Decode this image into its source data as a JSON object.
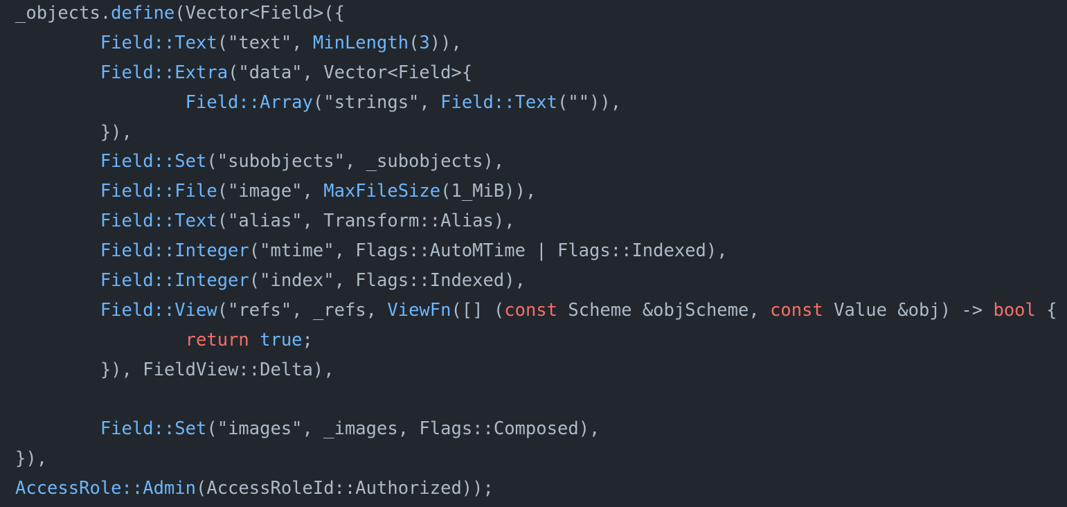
{
  "colors": {
    "background": "#22272e",
    "plain": "#adbac7",
    "function": "#6cb6ff",
    "keyword": "#f47067"
  },
  "code": {
    "lines": [
      {
        "indent": "",
        "segments": [
          {
            "t": "plain",
            "v": "_objects."
          },
          {
            "t": "fn",
            "v": "define"
          },
          {
            "t": "plain",
            "v": "(Vector<Field>({"
          }
        ]
      },
      {
        "indent": "        ",
        "segments": [
          {
            "t": "fn",
            "v": "Field::Text"
          },
          {
            "t": "plain",
            "v": "(\"text\", "
          },
          {
            "t": "fn",
            "v": "MinLength"
          },
          {
            "t": "plain",
            "v": "("
          },
          {
            "t": "num",
            "v": "3"
          },
          {
            "t": "plain",
            "v": ")),"
          }
        ]
      },
      {
        "indent": "        ",
        "segments": [
          {
            "t": "fn",
            "v": "Field::Extra"
          },
          {
            "t": "plain",
            "v": "(\"data\", Vector<Field>{"
          }
        ]
      },
      {
        "indent": "                ",
        "segments": [
          {
            "t": "fn",
            "v": "Field::Array"
          },
          {
            "t": "plain",
            "v": "(\"strings\", "
          },
          {
            "t": "fn",
            "v": "Field::Text"
          },
          {
            "t": "plain",
            "v": "(\"\")),"
          }
        ]
      },
      {
        "indent": "        ",
        "segments": [
          {
            "t": "plain",
            "v": "}),"
          }
        ]
      },
      {
        "indent": "        ",
        "segments": [
          {
            "t": "fn",
            "v": "Field::Set"
          },
          {
            "t": "plain",
            "v": "(\"subobjects\", _subobjects),"
          }
        ]
      },
      {
        "indent": "        ",
        "segments": [
          {
            "t": "fn",
            "v": "Field::File"
          },
          {
            "t": "plain",
            "v": "(\"image\", "
          },
          {
            "t": "fn",
            "v": "MaxFileSize"
          },
          {
            "t": "plain",
            "v": "(1_MiB)),"
          }
        ]
      },
      {
        "indent": "        ",
        "segments": [
          {
            "t": "fn",
            "v": "Field::Text"
          },
          {
            "t": "plain",
            "v": "(\"alias\", Transform::Alias),"
          }
        ]
      },
      {
        "indent": "        ",
        "segments": [
          {
            "t": "fn",
            "v": "Field::Integer"
          },
          {
            "t": "plain",
            "v": "(\"mtime\", Flags::AutoMTime | Flags::Indexed),"
          }
        ]
      },
      {
        "indent": "        ",
        "segments": [
          {
            "t": "fn",
            "v": "Field::Integer"
          },
          {
            "t": "plain",
            "v": "(\"index\", Flags::Indexed),"
          }
        ]
      },
      {
        "indent": "        ",
        "segments": [
          {
            "t": "fn",
            "v": "Field::View"
          },
          {
            "t": "plain",
            "v": "(\"refs\", _refs, "
          },
          {
            "t": "fn",
            "v": "ViewFn"
          },
          {
            "t": "plain",
            "v": "([] ("
          },
          {
            "t": "kw",
            "v": "const"
          },
          {
            "t": "plain",
            "v": " Scheme &objScheme, "
          },
          {
            "t": "kw",
            "v": "const"
          },
          {
            "t": "plain",
            "v": " Value &obj) -> "
          },
          {
            "t": "kw",
            "v": "bool"
          },
          {
            "t": "plain",
            "v": " {"
          }
        ]
      },
      {
        "indent": "                ",
        "segments": [
          {
            "t": "kw",
            "v": "return"
          },
          {
            "t": "plain",
            "v": " "
          },
          {
            "t": "fn",
            "v": "true"
          },
          {
            "t": "plain",
            "v": ";"
          }
        ]
      },
      {
        "indent": "        ",
        "segments": [
          {
            "t": "plain",
            "v": "}), FieldView::Delta),"
          }
        ]
      },
      {
        "indent": "",
        "segments": []
      },
      {
        "indent": "        ",
        "segments": [
          {
            "t": "fn",
            "v": "Field::Set"
          },
          {
            "t": "plain",
            "v": "(\"images\", _images, Flags::Composed),"
          }
        ]
      },
      {
        "indent": "",
        "segments": [
          {
            "t": "plain",
            "v": "}),"
          }
        ]
      },
      {
        "indent": "",
        "segments": [
          {
            "t": "fn",
            "v": "AccessRole::Admin"
          },
          {
            "t": "plain",
            "v": "(AccessRoleId::Authorized));"
          }
        ]
      }
    ]
  }
}
